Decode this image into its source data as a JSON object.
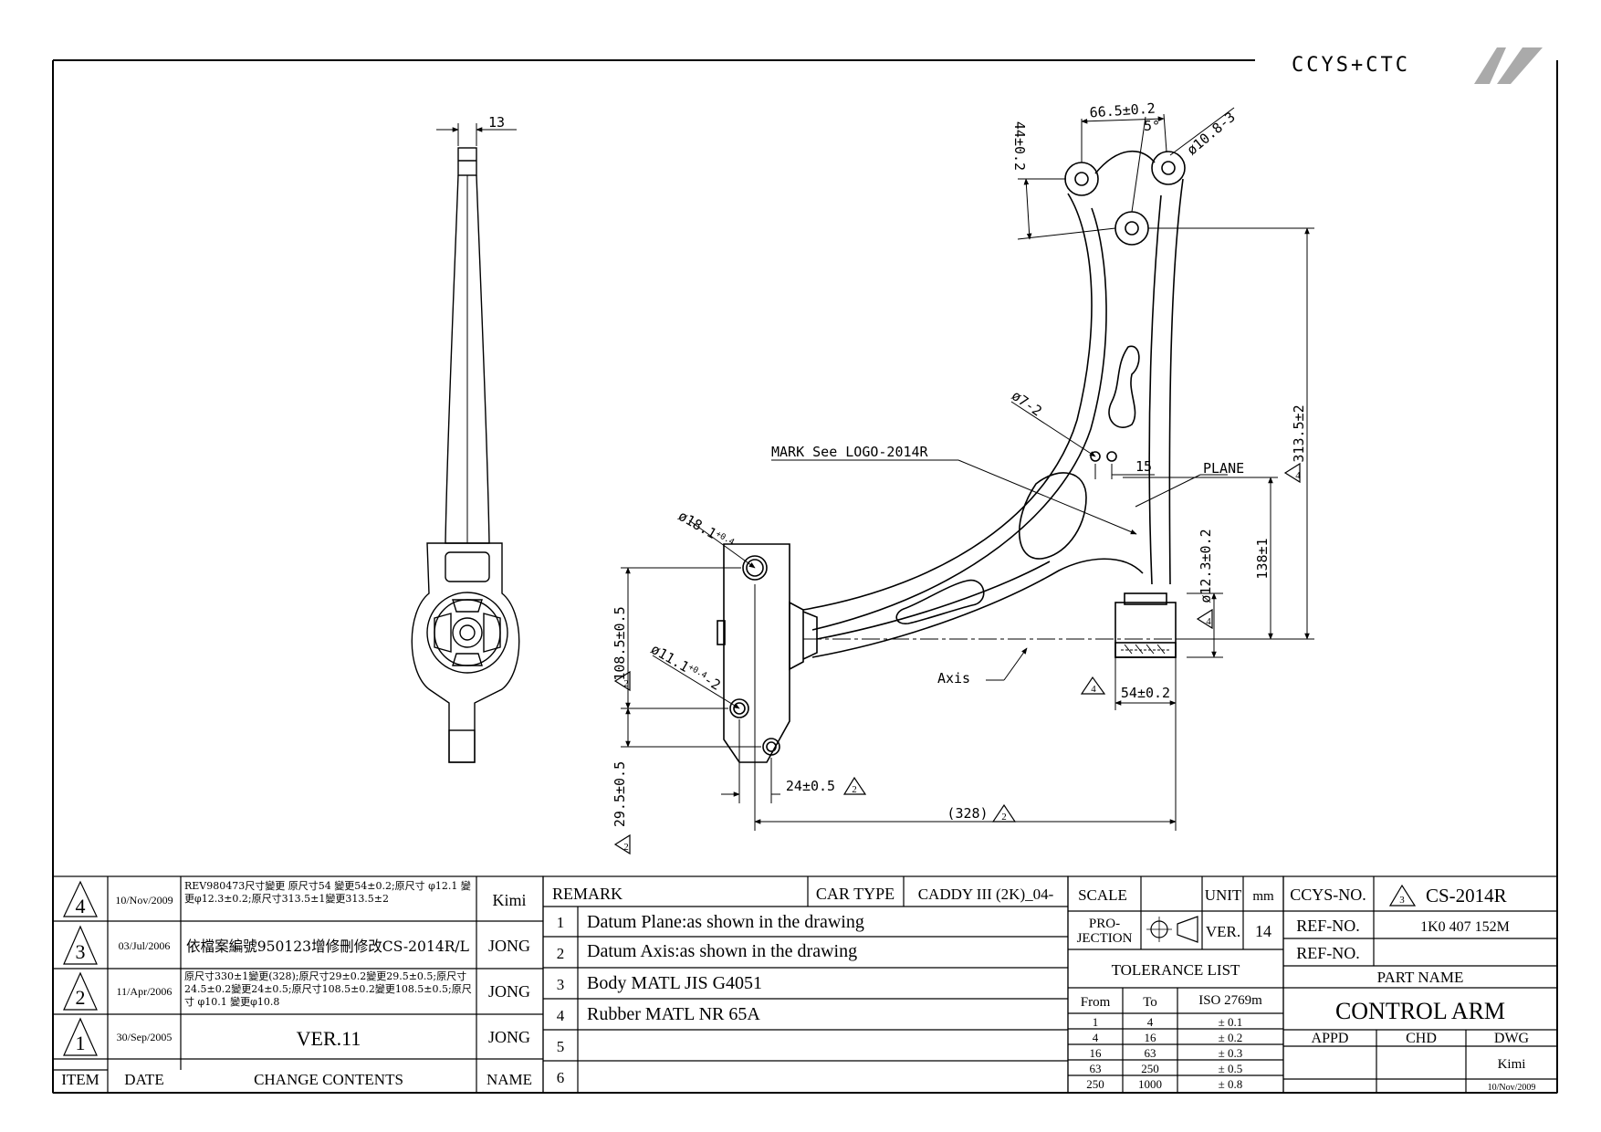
{
  "logo": {
    "text": "CCYS+CTC"
  },
  "dims": {
    "d13": "13",
    "d665": "66.5±0.2",
    "d5": "5°",
    "d108_3": "ø10.8-3",
    "d44": "44±0.2",
    "d7_2": "ø7-2",
    "mark": "MARK See LOGO-2014R",
    "d15": "15",
    "plane": "PLANE",
    "d3135": "313.5±2",
    "d18": "ø18.1",
    "d18tol": "+0.4",
    "d1085": "108.5±0.5",
    "d111": "ø11.1",
    "d111tol": "+0.4",
    "d111suf": "-2",
    "axis": "Axis",
    "d123": "ø12.3±0.2",
    "d138": "138±1",
    "d54": "54±0.2",
    "d295": "29.5±0.5",
    "d24": "24±0.5",
    "d328": "(328)"
  },
  "revisions": [
    {
      "item": "4",
      "date": "10/Nov/2009",
      "content": "REV980473尺寸變更 原尺寸54 變更54±0.2;原尺寸 φ12.1 變更φ12.3±0.2;原尺寸313.5±1變更313.5±2",
      "name": "Kimi"
    },
    {
      "item": "3",
      "date": "03/Jul/2006",
      "content": "依檔案編號950123增修刪修改CS-2014R/L",
      "name": "JONG"
    },
    {
      "item": "2",
      "date": "11/Apr/2006",
      "content": "原尺寸330±1變更(328);原尺寸29±0.2變更29.5±0.5;原尺寸 24.5±0.2變更24±0.5;原尺寸108.5±0.2變更108.5±0.5;原尺寸 φ10.1 變更φ10.8",
      "name": "JONG"
    },
    {
      "item": "1",
      "date": "30/Sep/2005",
      "content": "VER.11",
      "name": "JONG"
    }
  ],
  "rev_header": {
    "item": "ITEM",
    "date": "DATE",
    "content": "CHANGE CONTENTS",
    "name": "NAME"
  },
  "remark": {
    "label": "REMARK",
    "car_type_label": "CAR TYPE",
    "car_type": "CADDY III (2K)_04-",
    "items": [
      {
        "no": "1",
        "text": "Datum Plane:as shown in the drawing"
      },
      {
        "no": "2",
        "text": "Datum Axis:as shown in the drawing"
      },
      {
        "no": "3",
        "text": "Body MATL JIS G4051"
      },
      {
        "no": "4",
        "text": "Rubber MATL NR 65A"
      },
      {
        "no": "5",
        "text": ""
      },
      {
        "no": "6",
        "text": ""
      }
    ]
  },
  "spec": {
    "scale_label": "SCALE",
    "scale": "",
    "unit_label": "UNIT",
    "unit": "mm",
    "projection_label_1": "PRO-",
    "projection_label_2": "JECTION",
    "ver_label": "VER.",
    "ver": "14",
    "tolerance_title": "TOLERANCE LIST",
    "tol_headers": [
      "From",
      "To",
      "ISO 2769m"
    ],
    "tolerances": [
      [
        "1",
        "4",
        "± 0.1"
      ],
      [
        "4",
        "16",
        "± 0.2"
      ],
      [
        "16",
        "63",
        "± 0.3"
      ],
      [
        "63",
        "250",
        "± 0.5"
      ],
      [
        "250",
        "1000",
        "± 0.8"
      ]
    ]
  },
  "part": {
    "ccys_label": "CCYS-NO.",
    "ccys_no": "CS-2014R",
    "ccys_rev": "3",
    "ref1_label": "REF-NO.",
    "ref1": "1K0 407 152M",
    "ref2_label": "REF-NO.",
    "ref2": "",
    "part_name_label": "PART NAME",
    "part_name": "CONTROL ARM",
    "appd_label": "APPD",
    "chd_label": "CHD",
    "dwg_label": "DWG",
    "dwg_name": "Kimi",
    "dwg_date": "10/Nov/2009"
  }
}
